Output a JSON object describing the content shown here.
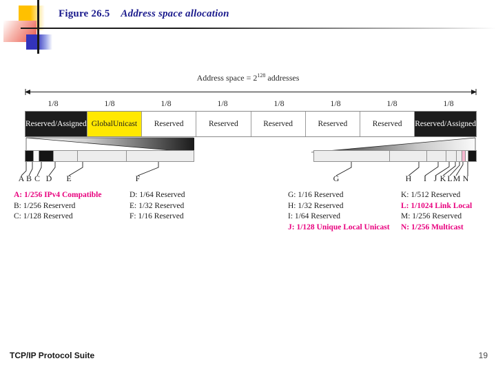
{
  "header": {
    "figure_number": "Figure 26.5",
    "figure_title": "Address space allocation"
  },
  "diagram": {
    "span_caption_prefix": "Address space = 2",
    "span_caption_exponent": "128",
    "span_caption_suffix": " addresses",
    "fractions": [
      "1/8",
      "1/8",
      "1/8",
      "1/8",
      "1/8",
      "1/8",
      "1/8",
      "1/8"
    ],
    "blocks": [
      {
        "label": "Reserved/\nAssigned",
        "style": "black"
      },
      {
        "label": "Global\nUnicast",
        "style": "yellow"
      },
      {
        "label": "Reserved",
        "style": "white"
      },
      {
        "label": "Reserved",
        "style": "white"
      },
      {
        "label": "Reserved",
        "style": "white"
      },
      {
        "label": "Reserved",
        "style": "white"
      },
      {
        "label": "Reserved",
        "style": "white"
      },
      {
        "label": "Reserved/\nAssigned",
        "style": "black"
      }
    ],
    "left_zoom_segments": [
      {
        "id": "A",
        "style": "black",
        "width": 14
      },
      {
        "id": "B",
        "style": "white",
        "width": 9
      },
      {
        "id": "C",
        "style": "black",
        "width": 23
      },
      {
        "id": "D",
        "style": "light",
        "width": 40
      },
      {
        "id": "E",
        "style": "light",
        "width": 80
      },
      {
        "id": "F",
        "style": "light",
        "width": 110
      }
    ],
    "right_zoom_segments": [
      {
        "id": "G",
        "style": "light",
        "width": 110
      },
      {
        "id": "H",
        "style": "light",
        "width": 55
      },
      {
        "id": "I",
        "style": "light",
        "width": 28
      },
      {
        "id": "J",
        "style": "light",
        "width": 15
      },
      {
        "id": "K",
        "style": "light",
        "width": 8
      },
      {
        "id": "L",
        "style": "pink",
        "width": 5
      },
      {
        "id": "M",
        "style": "white",
        "width": 4
      },
      {
        "id": "N",
        "style": "black",
        "width": 11
      }
    ],
    "left_tick_labels": [
      "A",
      "B",
      "C",
      "D",
      "E",
      "F"
    ],
    "right_tick_labels": [
      "G",
      "H",
      "I",
      "J",
      "K",
      "L",
      "M",
      "N"
    ]
  },
  "legend": {
    "col1": [
      {
        "text": "A: 1/256 IPv4 Compatible",
        "highlight": true
      },
      {
        "text": "B: 1/256 Reserverd",
        "highlight": false
      },
      {
        "text": "C: 1/128 Reserved",
        "highlight": false
      }
    ],
    "col2": [
      {
        "text": "D: 1/64 Reserved",
        "highlight": false
      },
      {
        "text": "E: 1/32 Reserved",
        "highlight": false
      },
      {
        "text": "F: 1/16 Reserved",
        "highlight": false
      }
    ],
    "col3": [
      {
        "text": "G: 1/16 Reserved",
        "highlight": false
      },
      {
        "text": "H: 1/32 Reserved",
        "highlight": false
      },
      {
        "text": "I: 1/64 Reserved",
        "highlight": false
      },
      {
        "text": "J: 1/128 Unique Local Unicast",
        "highlight": true
      }
    ],
    "col4": [
      {
        "text": "K: 1/512 Reserved",
        "highlight": false
      },
      {
        "text": "L: 1/1024 Link Local",
        "highlight": true
      },
      {
        "text": "M: 1/256 Reserved",
        "highlight": false
      },
      {
        "text": "N: 1/256 Multicast",
        "highlight": true
      }
    ]
  },
  "footer": {
    "title": "TCP/IP Protocol Suite",
    "page": "19"
  },
  "colors": {
    "title_blue": "#1a1a8c",
    "highlight_pink": "#E8007E",
    "global_unicast_yellow": "#FFE800",
    "reserved_black": "#1c1c1c",
    "link_local_pink": "#F7B8D0"
  }
}
